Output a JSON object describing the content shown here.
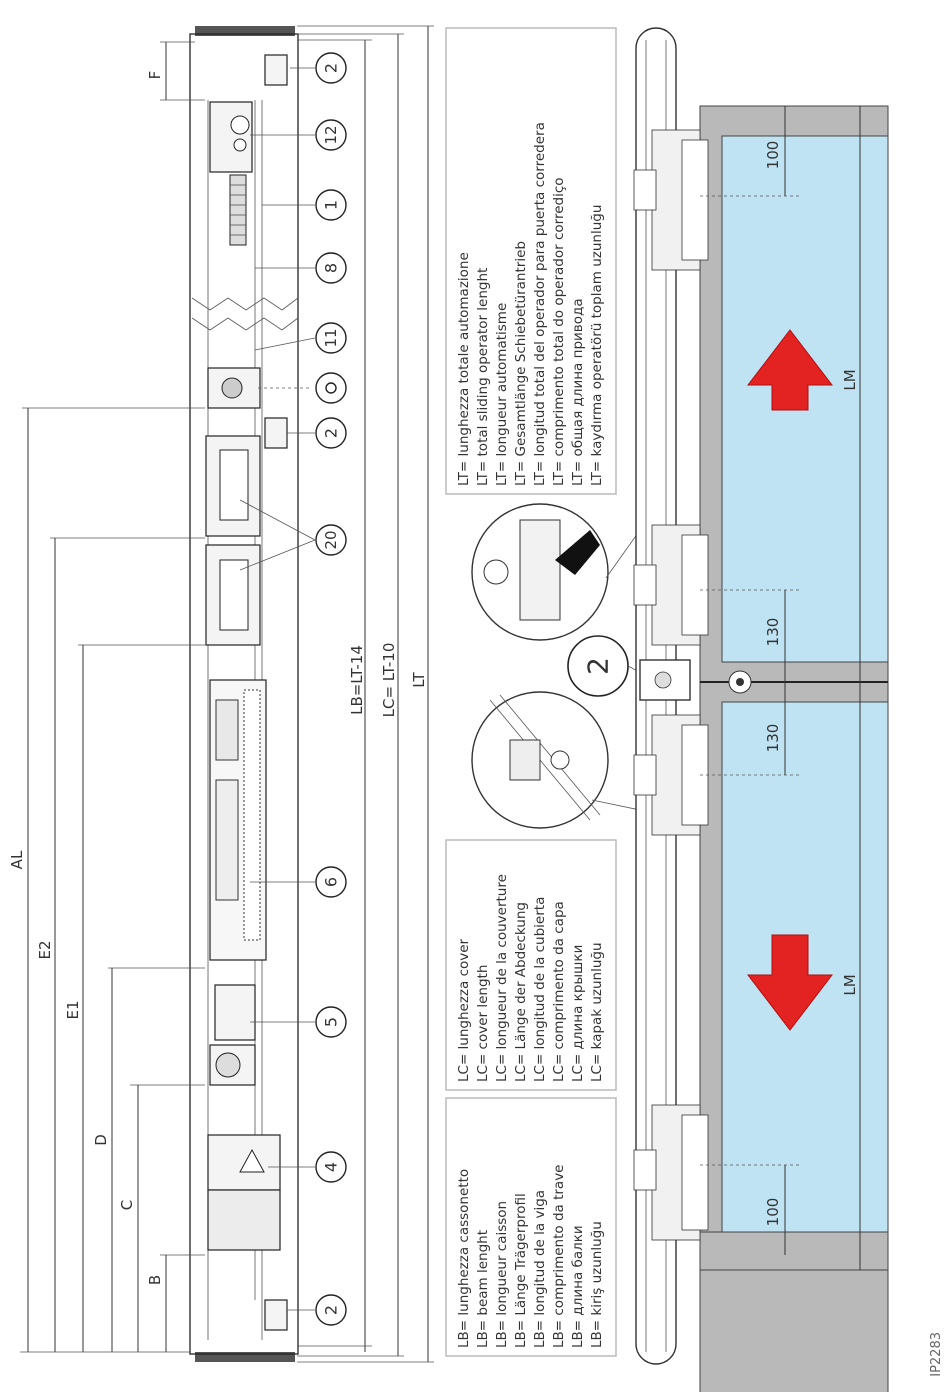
{
  "dimensions": {
    "AL": "AL",
    "E2": "E2",
    "E1": "E1",
    "D": "D",
    "C": "C",
    "B": "B",
    "F": "F",
    "LB": "LB=LT-14",
    "LC": "LC= LT-10",
    "LT": "LT",
    "LM_top": "LM",
    "LM_bottom": "LM",
    "d100_top": "100",
    "d130_a": "130",
    "d130_b": "130",
    "d100_bottom": "100"
  },
  "callouts": [
    "2",
    "12",
    "1",
    "8",
    "11",
    "2",
    "20",
    "6",
    "5",
    "4",
    "2"
  ],
  "detail_callout": "2",
  "legend_lt": [
    "LT= lunghezza totale automazione",
    "LT= total sliding operator lenght",
    "LT= longueur automatisme",
    "LT= Gesamtlänge Schiebetürantrieb",
    "LT= longitud total del operador para puerta corredera",
    "LT= comprimento total do operador corrediço",
    "LT= общая длина привода",
    "LT= kaydırma operatörü toplam uzunluğu"
  ],
  "legend_lc": [
    "LC= lunghezza cover",
    "LC= cover length",
    "LC= longueur de la couverture",
    "LC= Länge der Abdeckung",
    "LC= longitud de la cubierta",
    "LC= comprimento da capa",
    "LC= длина крышки",
    "LC= kapak uzunluğu"
  ],
  "legend_lb": [
    "LB= lunghezza cassonetto",
    "LB= beam lenght",
    "LB= longueur caisson",
    "LB= Länge Trägerprofil",
    "LB= longitud de la viga",
    "LB= comprimento da trave",
    "LB= длина балки",
    "LB= kiriş uzunluğu"
  ],
  "reference_code": "IP2283"
}
